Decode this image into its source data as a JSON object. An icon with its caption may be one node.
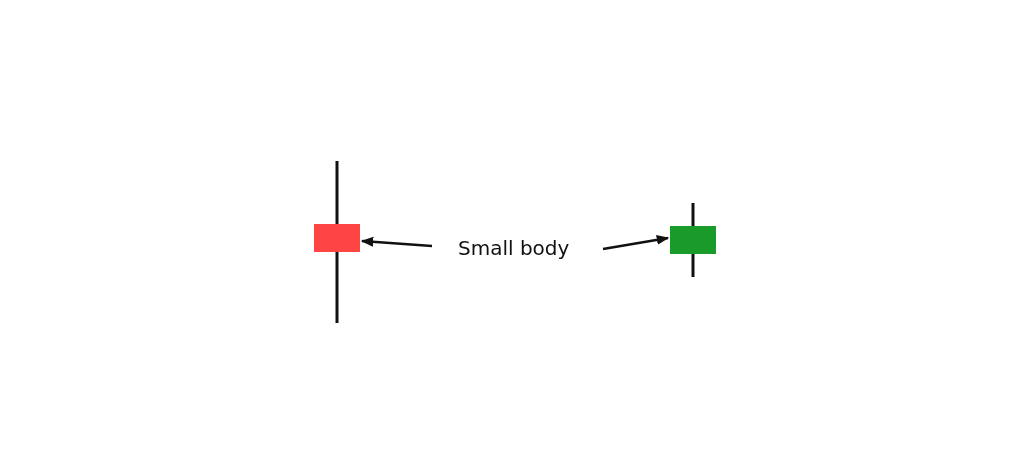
{
  "diagram": {
    "nodes": [
      {
        "text": [],
        "shape": "box"
      },
      {
        "text": [
          "Small body"
        ]
      },
      {
        "text": [],
        "shape": "box"
      }
    ],
    "edges": [
      {
        "from": 1,
        "to": 0,
        "arrow": "to"
      },
      {
        "from": 1,
        "to": 2,
        "arrow": "to"
      }
    ]
  }
}
